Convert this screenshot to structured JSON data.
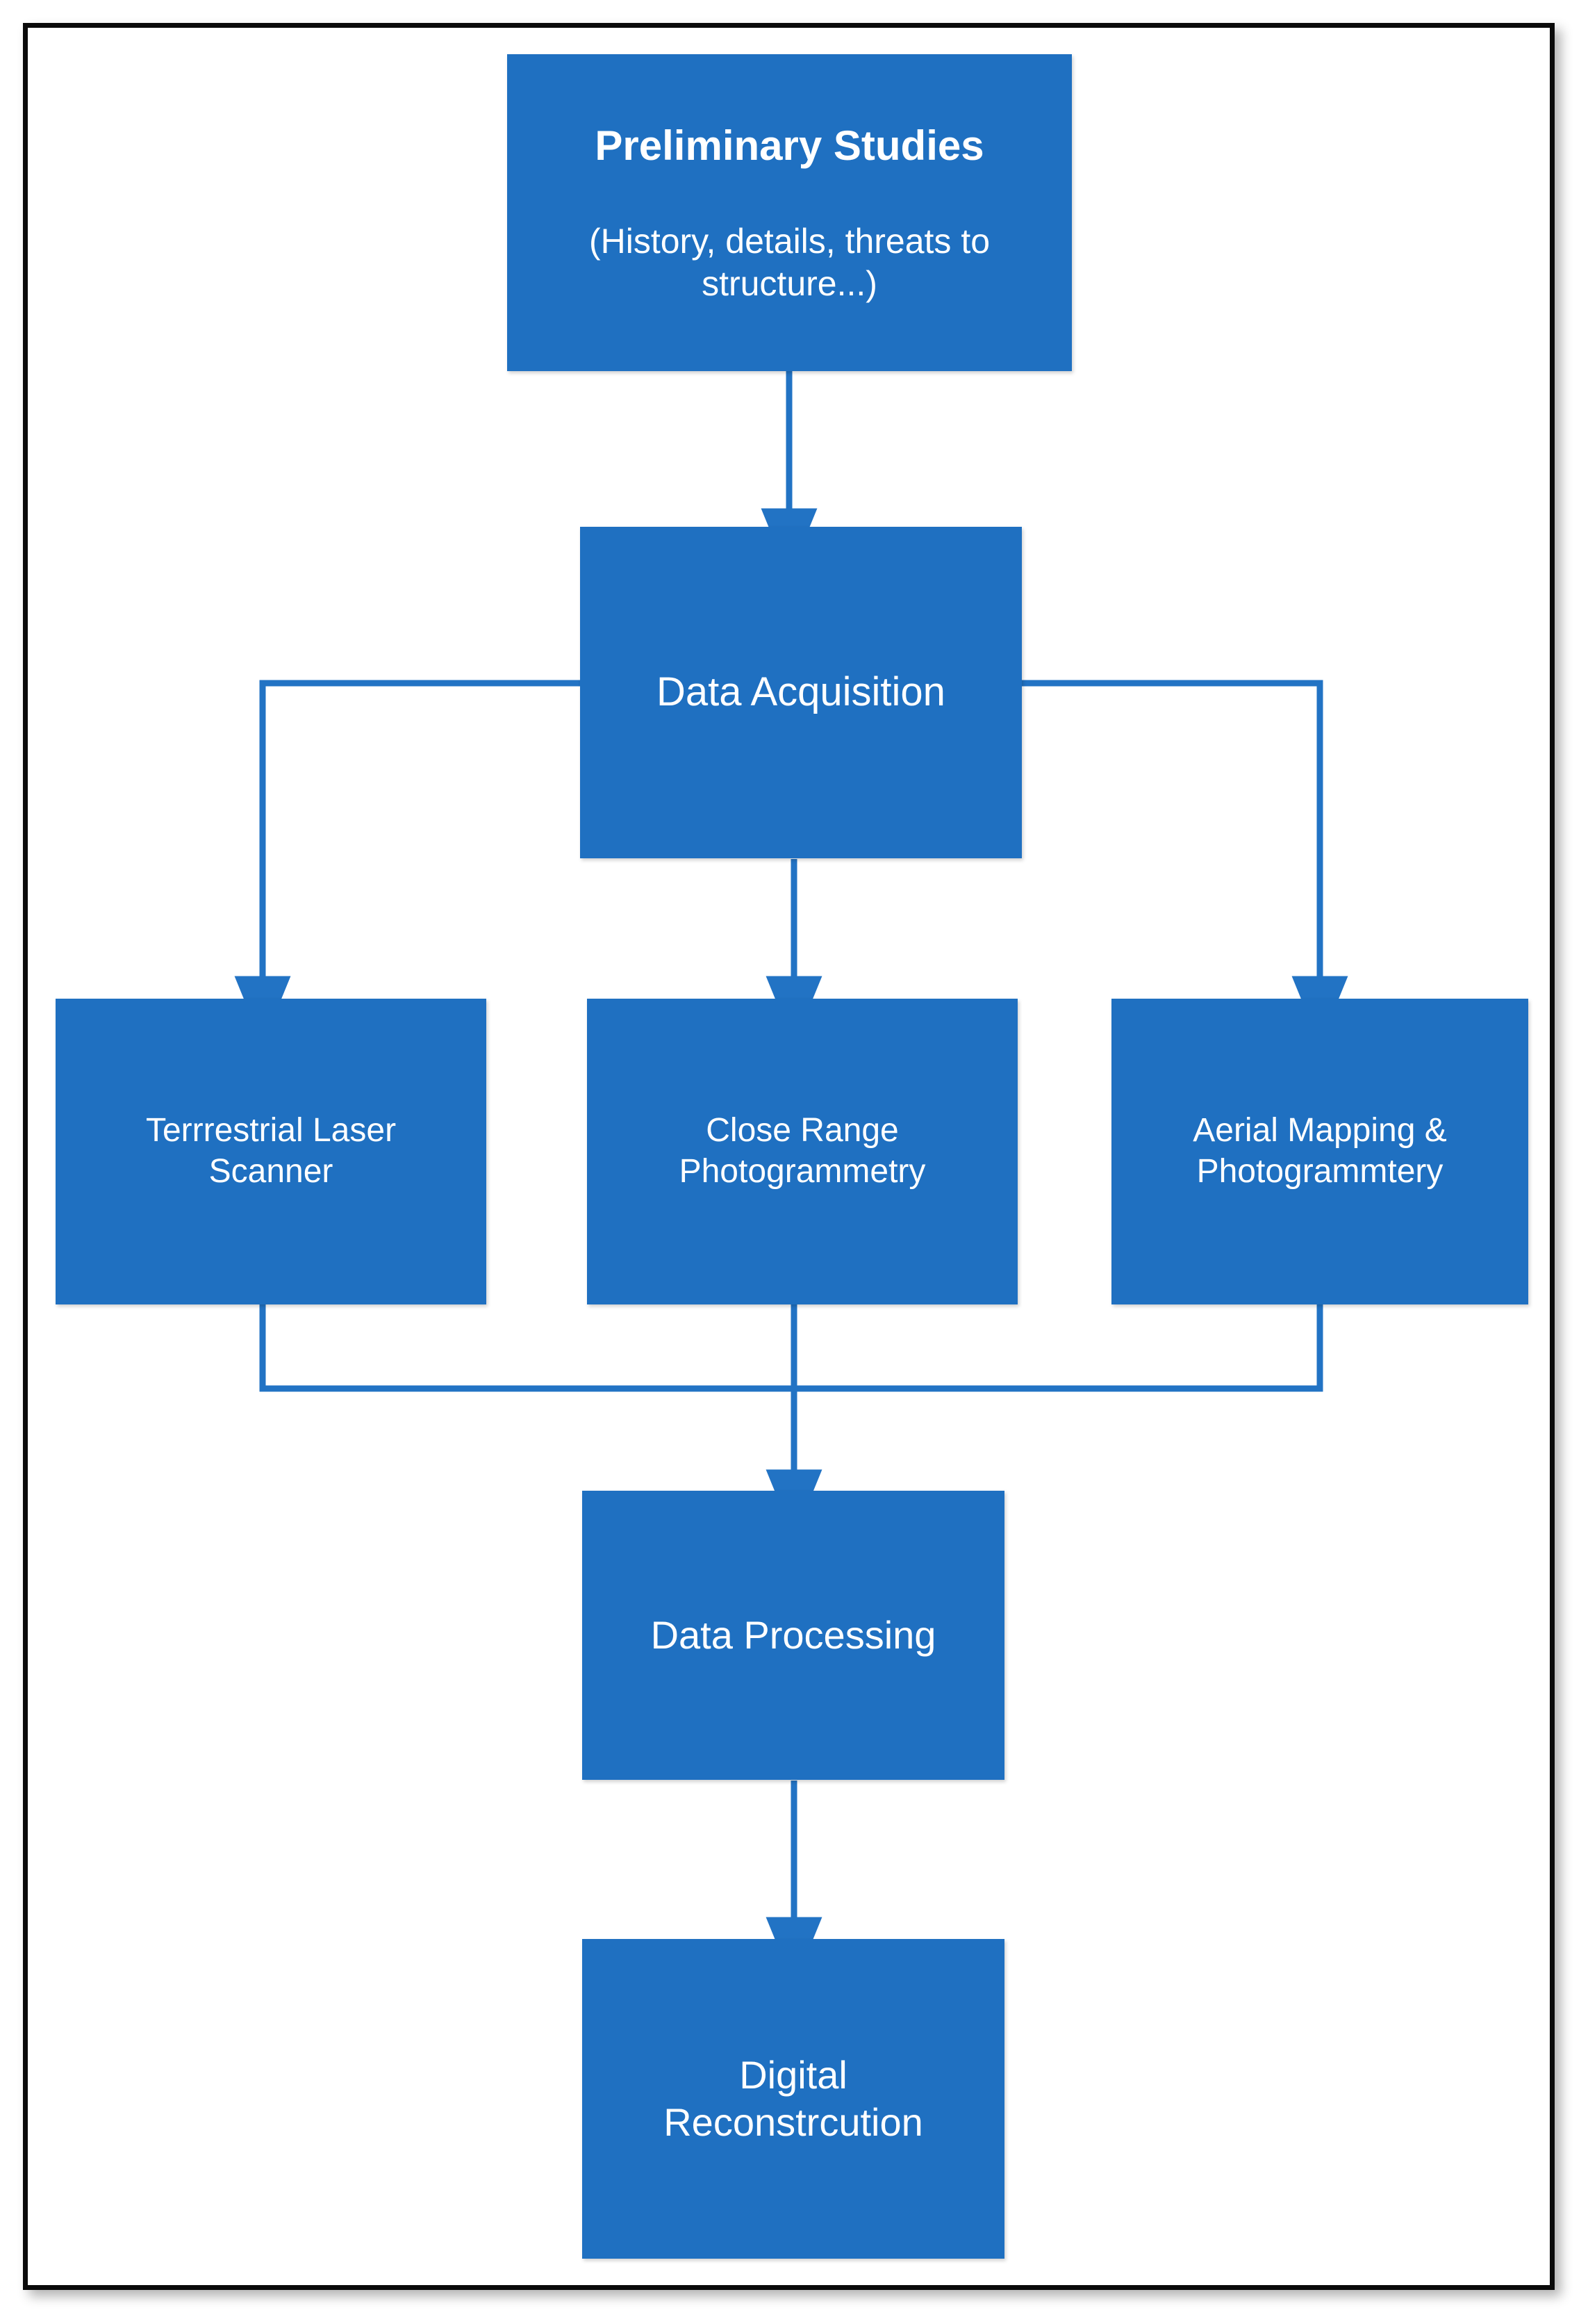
{
  "figure": {
    "kind": "process-flowchart",
    "orientation": "top-to-bottom",
    "accent_color": "#1F70C1",
    "node_text_color": "#FFFFFF",
    "connector_color": "#2273C4",
    "frame_border_color": "#0A0A0A",
    "background_color": "#FFFFFF"
  },
  "nodes": {
    "preliminary_studies": {
      "title": "Preliminary Studies",
      "subtitle": "(History, details, threats to structure...)"
    },
    "data_acquisition": {
      "label": "Data Acquisition"
    },
    "terrestrial_laser_scanner": {
      "label": "Terrrestrial Laser\nScanner"
    },
    "close_range_photogrammetry": {
      "label": "Close Range\nPhotogrammetry"
    },
    "aerial_mapping": {
      "label": "Aerial Mapping &\nPhotogrammtery"
    },
    "data_processing": {
      "label": "Data Processing"
    },
    "digital_reconstruction": {
      "label": "Digital\nReconstrcution"
    }
  },
  "edges": [
    {
      "from": "preliminary_studies",
      "to": "data_acquisition",
      "style": "straight-down-arrow"
    },
    {
      "from": "data_acquisition",
      "to": "terrestrial_laser_scanner",
      "style": "left-elbow-arrow"
    },
    {
      "from": "data_acquisition",
      "to": "close_range_photogrammetry",
      "style": "straight-down-arrow"
    },
    {
      "from": "data_acquisition",
      "to": "aerial_mapping",
      "style": "right-elbow-arrow"
    },
    {
      "from": "terrestrial_laser_scanner",
      "to": "data_processing",
      "style": "merge-rail-arrow"
    },
    {
      "from": "close_range_photogrammetry",
      "to": "data_processing",
      "style": "merge-rail-arrow"
    },
    {
      "from": "aerial_mapping",
      "to": "data_processing",
      "style": "merge-rail-arrow"
    },
    {
      "from": "data_processing",
      "to": "digital_reconstruction",
      "style": "straight-down-arrow"
    }
  ]
}
